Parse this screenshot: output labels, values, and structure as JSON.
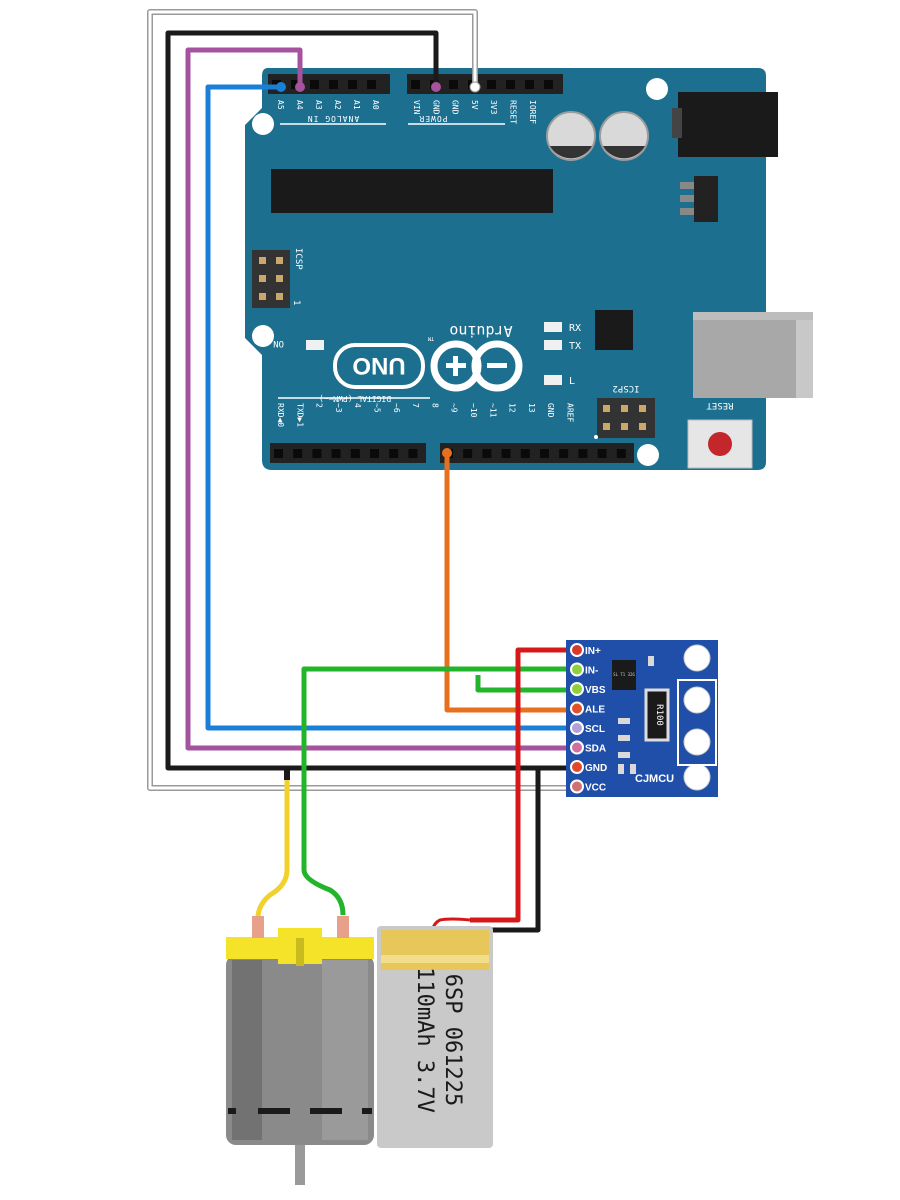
{
  "arduino": {
    "analog_header": {
      "pins": [
        "A5",
        "A4",
        "A3",
        "A2",
        "A1",
        "A0"
      ],
      "label": "ANALOG IN"
    },
    "power_header": {
      "pins": [
        "VIN",
        "GND",
        "GND",
        "5V",
        "3V3",
        "RESET",
        "IOREF"
      ],
      "label": "POWER"
    },
    "digital_header": {
      "pins": [
        "RXD◀0",
        "TXD▶1",
        "2",
        "~3",
        "4",
        "~5",
        "~6",
        "7",
        "8",
        "~9",
        "~10",
        "~11",
        "12",
        "13",
        "GND",
        "AREF"
      ],
      "label": "DIGITAL (PWM=~)"
    },
    "icsp_label": "ICSP",
    "icsp_pin1": "1",
    "icsp2_label": "ICSP2",
    "led_labels": {
      "on": "ON",
      "rx": "RX",
      "tx": "TX",
      "l": "L"
    },
    "logo_text": "UNO",
    "brand_text": "Arduino",
    "brand_tm": "TM",
    "reset_label": "RESET",
    "colors": {
      "board": "#1d6f8f",
      "header": "#222222",
      "silkscreen": "#ffffff"
    }
  },
  "sensor": {
    "pins": [
      "IN+",
      "IN-",
      "VBS",
      "ALE",
      "SCL",
      "SDA",
      "GND",
      "VCC"
    ],
    "resistor_label": "R100",
    "chip_label": "SL T1 326",
    "brand": "CJMCU",
    "colors": {
      "board": "#1f4fa8",
      "pins": [
        "#d83a2a",
        "#8fd13a",
        "#8fd13a",
        "#e0522a",
        "#b4a0d8",
        "#d070a0",
        "#e04a2a",
        "#d07070"
      ]
    }
  },
  "battery": {
    "label_line1": "6SP 061225",
    "label_line2": "110mAh 3.7V",
    "color": "#e8c75a"
  },
  "motor": {
    "cap_color": "#f5e32a",
    "body_color": "#8f8f8f"
  },
  "wires": [
    {
      "id": "scl",
      "color": "#1a7fd6"
    },
    {
      "id": "sda",
      "color": "#a5539e"
    },
    {
      "id": "gnd",
      "color": "#1a1a1a"
    },
    {
      "id": "vcc",
      "color": "#e6e6e6"
    },
    {
      "id": "alert",
      "color": "#e7701f"
    },
    {
      "id": "in-minus",
      "color": "#22b42a"
    },
    {
      "id": "in-plus",
      "color": "#d71818"
    },
    {
      "id": "motor-plus",
      "color": "#f2d12b"
    }
  ]
}
